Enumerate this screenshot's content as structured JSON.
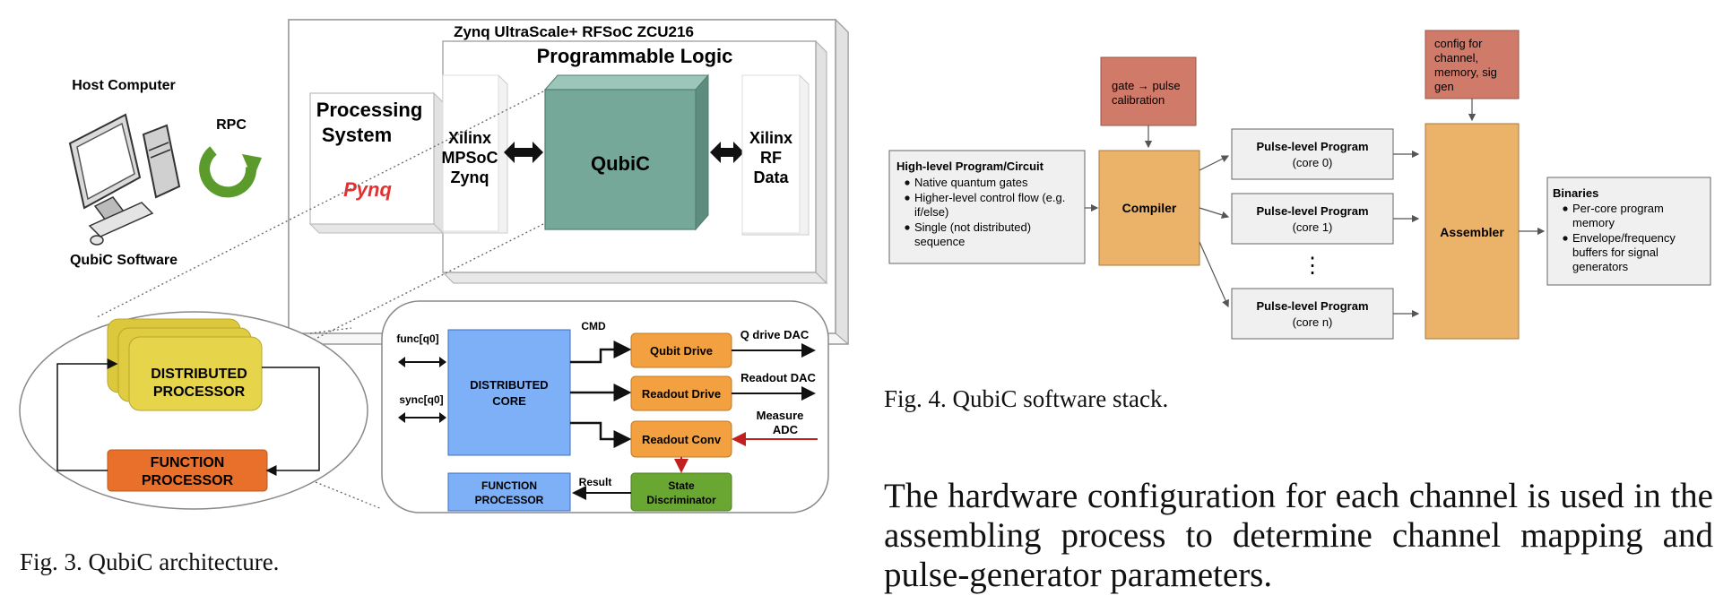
{
  "fig3": {
    "outer_title": "Zynq UltraScale+ RFSoC ZCU216",
    "pl_title": "Programmable Logic",
    "ps_line1": "Processing",
    "ps_line2": "System",
    "pynq": "Pynq",
    "mpsoc_line1": "Xilinx",
    "mpsoc_line2": "MPSoC",
    "mpsoc_line3": "Zynq",
    "qubic": "QubiC",
    "rfdata_line1": "Xilinx",
    "rfdata_line2": "RF",
    "rfdata_line3": "Data",
    "host_computer": "Host Computer",
    "rpc": "RPC",
    "qubic_software": "QubiC Software",
    "dist_proc_line1": "DISTRIBUTED",
    "dist_proc_line2": "PROCESSOR",
    "func_proc_line1": "FUNCTION",
    "func_proc_line2": "PROCESSOR",
    "func_q0": "func[q0]",
    "sync_q0": "sync[q0]",
    "dist_core_line1": "DISTRIBUTED",
    "dist_core_line2": "CORE",
    "cmd": "CMD",
    "qubit_drive": "Qubit Drive",
    "readout_drive": "Readout Drive",
    "readout_conv": "Readout Conv",
    "q_drive_dac": "Q drive DAC",
    "readout_dac": "Readout DAC",
    "measure_line1": "Measure",
    "measure_line2": "ADC",
    "fp_small_line1": "FUNCTION",
    "fp_small_line2": "PROCESSOR",
    "result": "Result",
    "state_line1": "State",
    "state_line2": "Discriminator",
    "caption": "Fig. 3.  QubiC architecture."
  },
  "fig4": {
    "hl_title": "High-level Program/Circuit",
    "hl_items": [
      "Native quantum gates",
      "Higher-level control flow (e.g.",
      "if/else)",
      "Single (not distributed)",
      "sequence"
    ],
    "gate_line1": "gate → pulse",
    "gate_line2": "calibration",
    "compiler": "Compiler",
    "pulse_title": "Pulse-level Program",
    "core0": "(core  0)",
    "core1": "(core  1)",
    "coren": "(core  n)",
    "dots": "⋮",
    "config_lines": [
      "config for",
      "channel,",
      "memory, sig",
      "gen"
    ],
    "assembler": "Assembler",
    "bin_title": "Binaries",
    "bin_items": [
      "Per-core program",
      "memory",
      "Envelope/frequency",
      "buffers for signal",
      "generators"
    ],
    "caption": "Fig. 4.  QubiC software stack."
  },
  "body_text": "The hardware configuration for each channel is used in the assembling process to determine channel mapping and pulse-generator parameters.",
  "colors": {
    "teal": "#76a89a",
    "blue": "#7db0f7",
    "orange": "#f2a040",
    "green": "#6aa632",
    "yellow": "#e6d44a",
    "func_orange": "#e8702a",
    "salmon": "#d07a6a",
    "tan": "#ebb26a",
    "gray_box": "#f0f0f0",
    "red_text": "#e53030"
  },
  "icons": [
    "computer-icon",
    "refresh-arrow-icon"
  ]
}
